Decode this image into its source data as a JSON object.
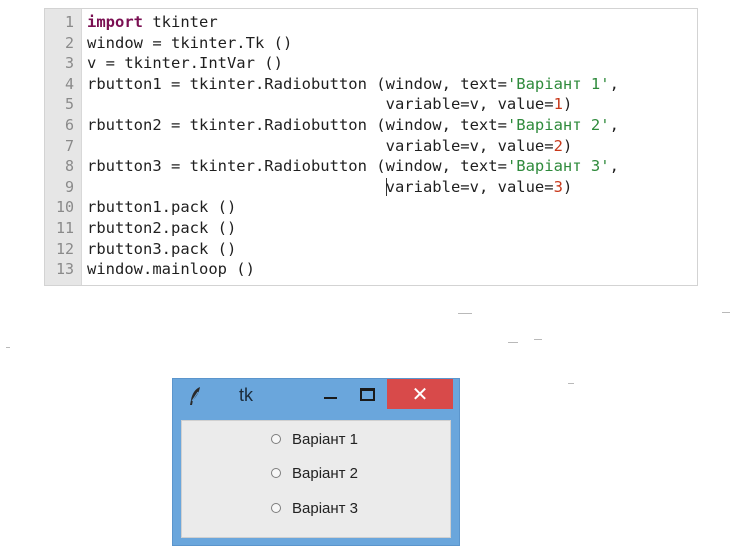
{
  "code": {
    "lines": [
      {
        "n": "1",
        "parts": [
          {
            "t": "import",
            "c": "kw"
          },
          {
            "t": " tkinter",
            "c": ""
          }
        ]
      },
      {
        "n": "2",
        "parts": [
          {
            "t": "window = tkinter.Tk ()",
            "c": ""
          }
        ]
      },
      {
        "n": "3",
        "parts": [
          {
            "t": "v = tkinter.IntVar ()",
            "c": ""
          }
        ]
      },
      {
        "n": "4",
        "parts": [
          {
            "t": "rbutton1 = tkinter.Radiobutton (window, text=",
            "c": ""
          },
          {
            "t": "'Варіант 1'",
            "c": "str"
          },
          {
            "t": ",",
            "c": ""
          }
        ]
      },
      {
        "n": "5",
        "parts": [
          {
            "t": "                                variable=v, value=",
            "c": ""
          },
          {
            "t": "1",
            "c": "num"
          },
          {
            "t": ")",
            "c": ""
          }
        ]
      },
      {
        "n": "6",
        "parts": [
          {
            "t": "rbutton2 = tkinter.Radiobutton (window, text=",
            "c": ""
          },
          {
            "t": "'Варіант 2'",
            "c": "str"
          },
          {
            "t": ",",
            "c": ""
          }
        ]
      },
      {
        "n": "7",
        "parts": [
          {
            "t": "                                variable=v, value=",
            "c": ""
          },
          {
            "t": "2",
            "c": "num"
          },
          {
            "t": ")",
            "c": ""
          }
        ]
      },
      {
        "n": "8",
        "parts": [
          {
            "t": "rbutton3 = tkinter.Radiobutton (window, text=",
            "c": ""
          },
          {
            "t": "'Варіант 3'",
            "c": "str"
          },
          {
            "t": ",",
            "c": ""
          }
        ]
      },
      {
        "n": "9",
        "parts": [
          {
            "t": "                                ",
            "c": ""
          },
          {
            "t": "",
            "c": "caret"
          },
          {
            "t": "variable=v, value=",
            "c": ""
          },
          {
            "t": "3",
            "c": "num"
          },
          {
            "t": ")",
            "c": ""
          }
        ]
      },
      {
        "n": "10",
        "parts": [
          {
            "t": "rbutton1.pack ()",
            "c": ""
          }
        ]
      },
      {
        "n": "11",
        "parts": [
          {
            "t": "rbutton2.pack ()",
            "c": ""
          }
        ]
      },
      {
        "n": "12",
        "parts": [
          {
            "t": "rbutton3.pack ()",
            "c": ""
          }
        ]
      },
      {
        "n": "13",
        "parts": [
          {
            "t": "window.mainloop ()",
            "c": ""
          }
        ]
      }
    ]
  },
  "window": {
    "title": "tk",
    "app_icon": "feather-icon",
    "minimize_icon": "minimize-icon",
    "maximize_icon": "maximize-icon",
    "close_glyph": "✕",
    "titlebar_color": "#6aa6dc",
    "close_color": "#d84a4a",
    "radios": [
      {
        "label": "Варіант 1",
        "selected": false
      },
      {
        "label": "Варіант 2",
        "selected": false
      },
      {
        "label": "Варіант 3",
        "selected": false
      }
    ]
  }
}
